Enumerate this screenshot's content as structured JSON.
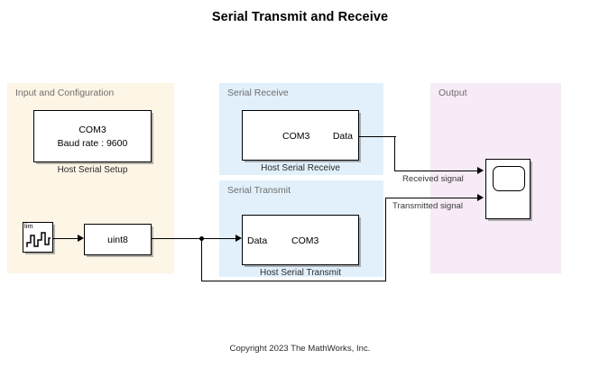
{
  "title": "Serial Transmit and Receive",
  "copyright": "Copyright 2023 The MathWorks, Inc.",
  "groups": {
    "input": {
      "label": "Input and Configuration",
      "color": "#fdf5e6"
    },
    "receive": {
      "label": "Serial Receive",
      "color": "#e2f0fb"
    },
    "transmit": {
      "label": "Serial Transmit",
      "color": "#e2f0fb"
    },
    "output": {
      "label": "Output",
      "color": "#f7ebf7"
    }
  },
  "blocks": {
    "host_serial_setup": {
      "caption": "Host Serial Setup",
      "line1": "COM3",
      "line2": "Baud rate : 9600"
    },
    "signal_source": {
      "icon_label": "lim",
      "icon_name": "staircase-waveform-icon"
    },
    "data_type_conversion": {
      "label": "uint8"
    },
    "host_serial_receive": {
      "caption": "Host Serial Receive",
      "port_label": "COM3",
      "out_port": "Data"
    },
    "host_serial_transmit": {
      "caption": "Host Serial Transmit",
      "port_label": "COM3",
      "in_port": "Data"
    },
    "scope": {
      "name": "scope-block"
    }
  },
  "signals": {
    "received": "Received signal",
    "transmitted": "Transmitted signal"
  }
}
